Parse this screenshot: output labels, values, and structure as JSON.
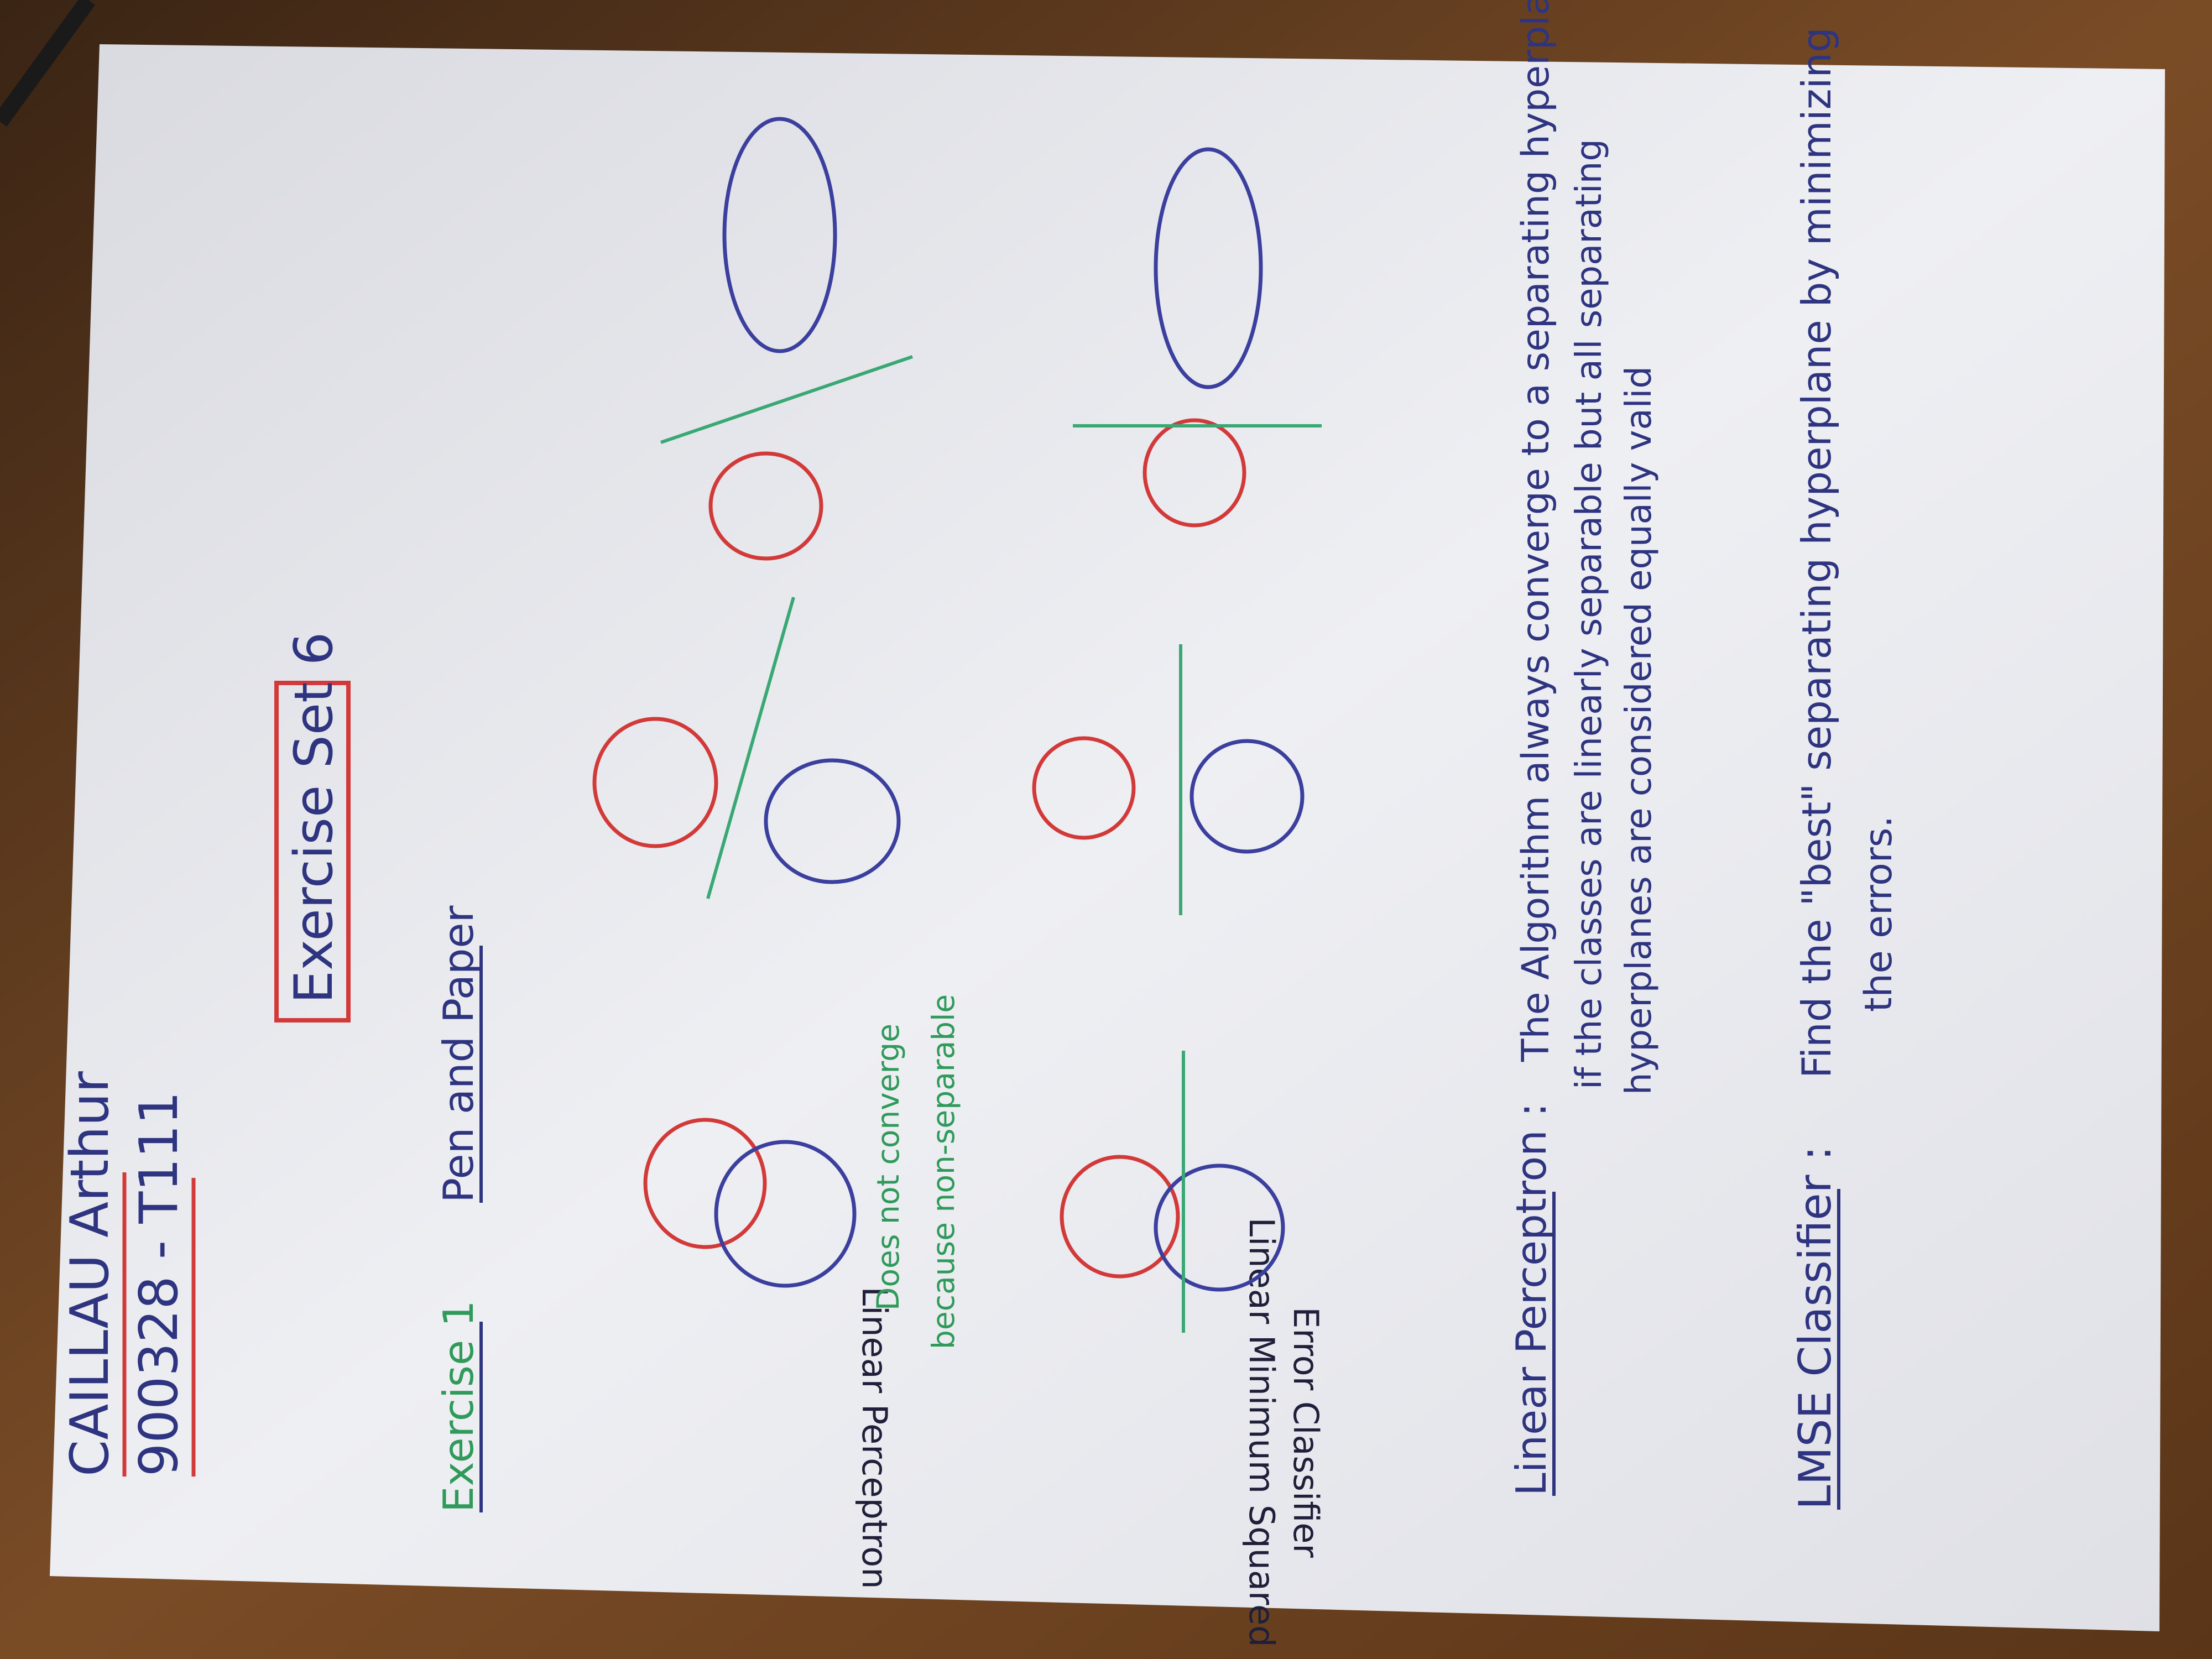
{
  "student": {
    "name": "CAILLAU Arthur",
    "id": "900328 - T111"
  },
  "title": "Exercise Set 6",
  "exercise": {
    "label": "Exercise 1",
    "section": "Pen and Paper"
  },
  "rows": {
    "perceptron_label": "Linear Perceptron",
    "lmse_label_line1": "Linear Minimum Squared",
    "lmse_label_line2": "Error Classifier"
  },
  "note": {
    "line1": "Does not converge",
    "line2": "because non-separable"
  },
  "definitions": {
    "perceptron": {
      "term": "Linear Perceptron :",
      "line1": "The Algorithm always converge to a separating hyperplane",
      "line2": "if the classes are linearly separable  but all separating",
      "line3": "hyperplanes are considered equally valid"
    },
    "lmse": {
      "term": "LMSE Classifier :",
      "line1": "Find the \"best\" separating hyperplane by minimizing",
      "line2": "the errors."
    }
  },
  "colors": {
    "red_class": "#d23a3a",
    "blue_class": "#3b3f9e",
    "separator": "#3aa874",
    "box": "#d23a3a",
    "ink": "#2e3480",
    "green_ink": "#2f9a5a"
  }
}
